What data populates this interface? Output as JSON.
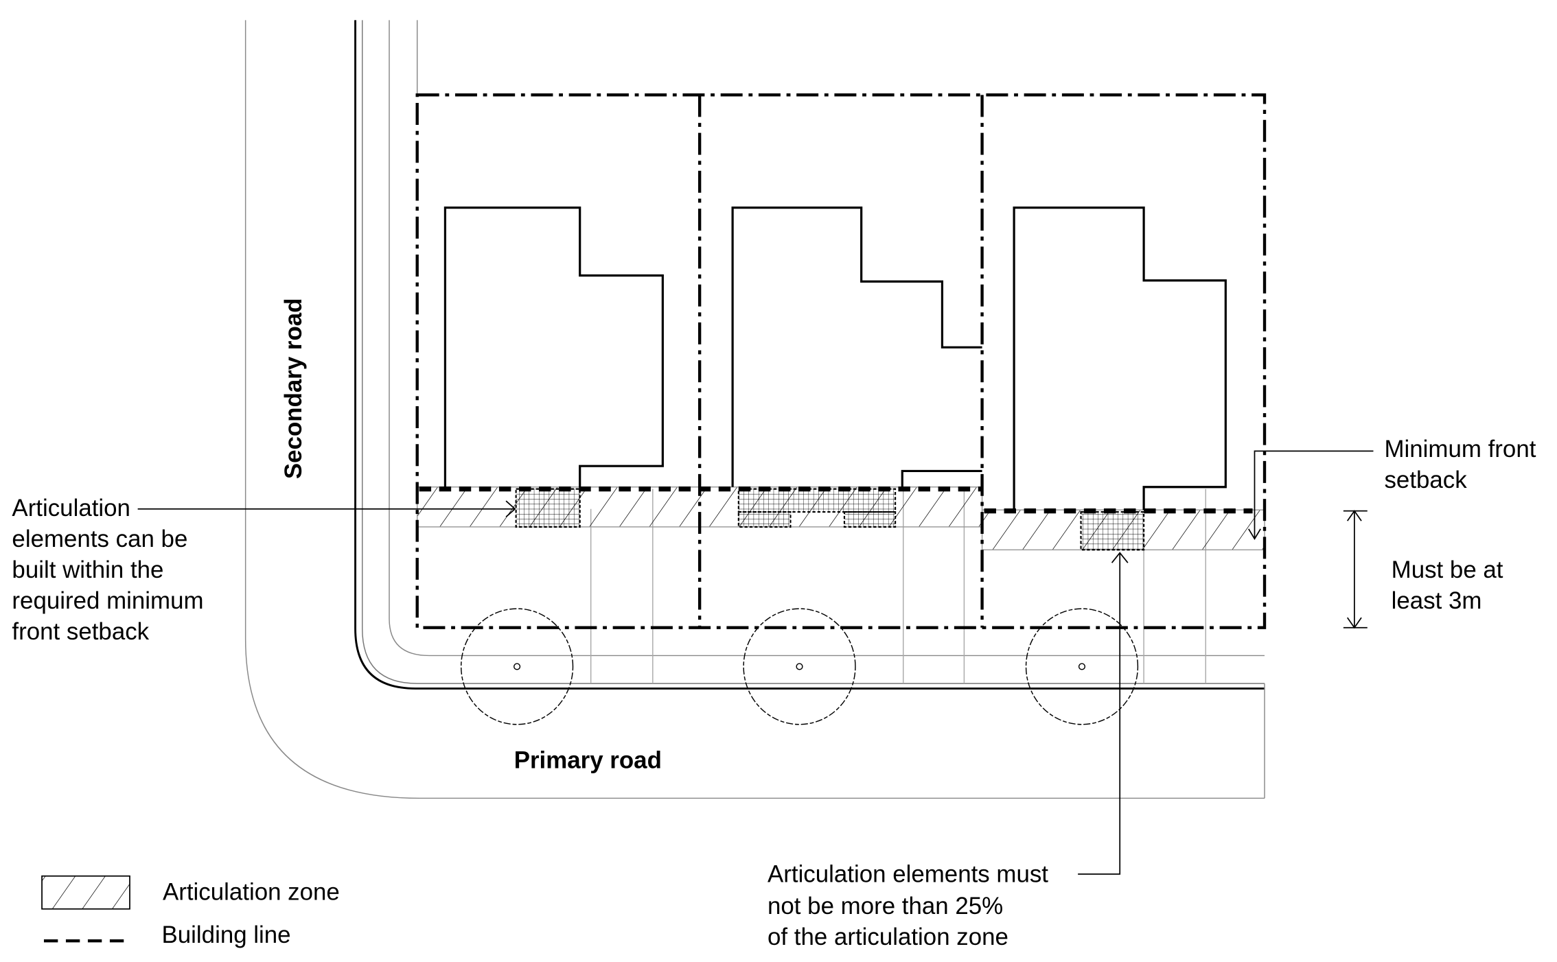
{
  "diagram": {
    "roads": {
      "secondary": "Secondary road",
      "primary": "Primary road"
    },
    "lots_count": 3,
    "annotations": {
      "left": [
        "Articulation",
        "elements can be",
        "built within the",
        "required minimum",
        "front setback"
      ],
      "setback": [
        "Minimum front",
        "setback"
      ],
      "distance": [
        "Must be at",
        "least 3m"
      ],
      "limit": [
        "Articulation elements must",
        "not be more than 25%",
        "of the articulation zone"
      ]
    },
    "legend": {
      "articulation_zone": "Articulation zone",
      "building_line": "Building line"
    }
  }
}
